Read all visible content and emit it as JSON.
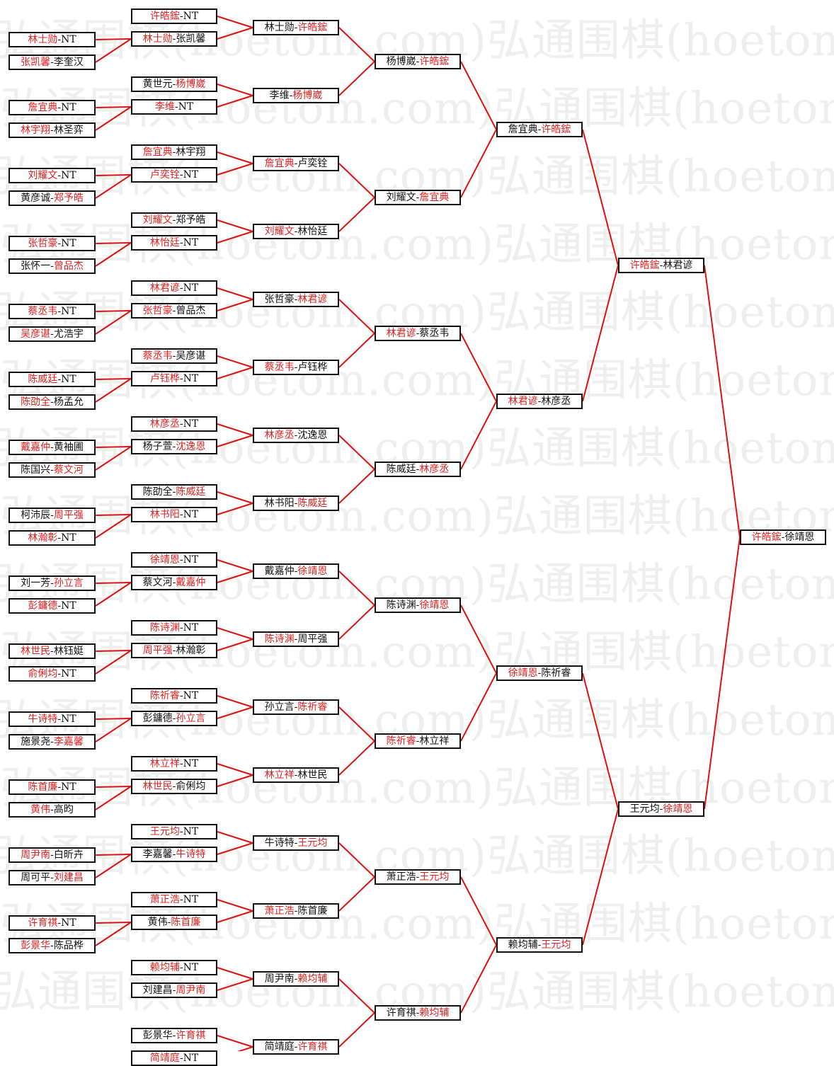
{
  "watermark": {
    "text": "弘通围棋(hoetom.com)"
  },
  "colors": {
    "winner": "#e02020",
    "normal": "#111111",
    "line": "#e01010",
    "border": "#111111"
  },
  "bracket": {
    "round1": [
      {
        "a": "林士勋",
        "b": "NT",
        "w": "a"
      },
      {
        "a": "张凯馨",
        "b": "李奎汉",
        "w": "a"
      },
      {
        "a": "詹宜典",
        "b": "NT",
        "w": "a"
      },
      {
        "a": "林宇翔",
        "b": "林圣弈",
        "w": "a"
      },
      {
        "a": "刘耀文",
        "b": "NT",
        "w": "a"
      },
      {
        "a": "黄彦诚",
        "b": "郑予皓",
        "w": "b"
      },
      {
        "a": "张哲豪",
        "b": "NT",
        "w": "a"
      },
      {
        "a": "张怀一",
        "b": "曾品杰",
        "w": "b"
      },
      {
        "a": "蔡丞韦",
        "b": "NT",
        "w": "a"
      },
      {
        "a": "吴彦谌",
        "b": "尤浩宇",
        "w": "a"
      },
      {
        "a": "陈威廷",
        "b": "NT",
        "w": "a"
      },
      {
        "a": "陈劭全",
        "b": "杨孟允",
        "w": "a"
      },
      {
        "a": "戴嘉仲",
        "b": "黄袖圃",
        "w": "a"
      },
      {
        "a": "陈国兴",
        "b": "蔡文河",
        "w": "b"
      },
      {
        "a": "柯沛辰",
        "b": "周平强",
        "w": "b"
      },
      {
        "a": "林瀚彰",
        "b": "NT",
        "w": "a"
      },
      {
        "a": "刘一芳",
        "b": "孙立言",
        "w": "b"
      },
      {
        "a": "彭鏞德",
        "b": "NT",
        "w": "a"
      },
      {
        "a": "林世民",
        "b": "林钰娗",
        "w": "a"
      },
      {
        "a": "俞俐均",
        "b": "NT",
        "w": "a"
      },
      {
        "a": "牛诗特",
        "b": "NT",
        "w": "a"
      },
      {
        "a": "施景尧",
        "b": "李嘉馨",
        "w": "b"
      },
      {
        "a": "陈首廉",
        "b": "NT",
        "w": "a"
      },
      {
        "a": "黄伟",
        "b": "高昀",
        "w": "a"
      },
      {
        "a": "周尹南",
        "b": "白昕卉",
        "w": "a"
      },
      {
        "a": "周可平",
        "b": "刘建昌",
        "w": "b"
      },
      {
        "a": "许育祺",
        "b": "NT",
        "w": "a"
      },
      {
        "a": "彭景华",
        "b": "陈品桦",
        "w": "a"
      }
    ],
    "round2": [
      {
        "a": "许皓鋐",
        "b": "NT",
        "w": "a"
      },
      {
        "a": "林士勋",
        "b": "张凯馨",
        "w": "a"
      },
      {
        "a": "黄世元",
        "b": "杨博崴",
        "w": "b"
      },
      {
        "a": "李维",
        "b": "NT",
        "w": "a"
      },
      {
        "a": "詹宜典",
        "b": "林宇翔",
        "w": "a"
      },
      {
        "a": "卢奕铨",
        "b": "NT",
        "w": "a"
      },
      {
        "a": "刘耀文",
        "b": "郑予皓",
        "w": "a"
      },
      {
        "a": "林怡廷",
        "b": "NT",
        "w": "a"
      },
      {
        "a": "林君谚",
        "b": "NT",
        "w": "a"
      },
      {
        "a": "张哲豪",
        "b": "曾品杰",
        "w": "a"
      },
      {
        "a": "蔡丞韦",
        "b": "吴彦谌",
        "w": "a"
      },
      {
        "a": "卢钰桦",
        "b": "NT",
        "w": "a"
      },
      {
        "a": "林彦丞",
        "b": "NT",
        "w": "a"
      },
      {
        "a": "杨子萱",
        "b": "沈逸恩",
        "w": "b"
      },
      {
        "a": "陈劭全",
        "b": "陈威廷",
        "w": "b"
      },
      {
        "a": "林书阳",
        "b": "NT",
        "w": "a"
      },
      {
        "a": "徐靖恩",
        "b": "NT",
        "w": "a"
      },
      {
        "a": "蔡文河",
        "b": "戴嘉仲",
        "w": "b"
      },
      {
        "a": "陈诗渊",
        "b": "NT",
        "w": "a"
      },
      {
        "a": "周平强",
        "b": "林瀚彰",
        "w": "a"
      },
      {
        "a": "陈祈睿",
        "b": "NT",
        "w": "a"
      },
      {
        "a": "彭鏞德",
        "b": "孙立言",
        "w": "b"
      },
      {
        "a": "林立祥",
        "b": "NT",
        "w": "a"
      },
      {
        "a": "林世民",
        "b": "俞俐均",
        "w": "a"
      },
      {
        "a": "王元均",
        "b": "NT",
        "w": "a"
      },
      {
        "a": "李嘉馨",
        "b": "牛诗特",
        "w": "b"
      },
      {
        "a": "萧正浩",
        "b": "NT",
        "w": "a"
      },
      {
        "a": "黄伟",
        "b": "陈首廉",
        "w": "b"
      },
      {
        "a": "赖均辅",
        "b": "NT",
        "w": "a"
      },
      {
        "a": "刘建昌",
        "b": "周尹南",
        "w": "b"
      },
      {
        "a": "彭景华",
        "b": "许育祺",
        "w": "b"
      },
      {
        "a": "简靖庭",
        "b": "NT",
        "w": "a"
      }
    ],
    "round3": [
      {
        "a": "林士勋",
        "b": "许皓鋐",
        "w": "b"
      },
      {
        "a": "李维",
        "b": "杨博崴",
        "w": "b"
      },
      {
        "a": "詹宜典",
        "b": "卢奕铨",
        "w": "a"
      },
      {
        "a": "刘耀文",
        "b": "林怡廷",
        "w": "a"
      },
      {
        "a": "张哲豪",
        "b": "林君谚",
        "w": "b"
      },
      {
        "a": "蔡丞韦",
        "b": "卢钰桦",
        "w": "a"
      },
      {
        "a": "林彦丞",
        "b": "沈逸恩",
        "w": "a"
      },
      {
        "a": "林书阳",
        "b": "陈威廷",
        "w": "b"
      },
      {
        "a": "戴嘉仲",
        "b": "徐靖恩",
        "w": "b"
      },
      {
        "a": "陈诗渊",
        "b": "周平强",
        "w": "a"
      },
      {
        "a": "孙立言",
        "b": "陈祈睿",
        "w": "b"
      },
      {
        "a": "林立祥",
        "b": "林世民",
        "w": "a"
      },
      {
        "a": "牛诗特",
        "b": "王元均",
        "w": "b"
      },
      {
        "a": "萧正浩",
        "b": "陈首廉",
        "w": "a"
      },
      {
        "a": "周尹南",
        "b": "赖均辅",
        "w": "b"
      },
      {
        "a": "简靖庭",
        "b": "许育祺",
        "w": "b"
      }
    ],
    "round4": [
      {
        "a": "杨博崴",
        "b": "许皓鋐",
        "w": "b"
      },
      {
        "a": "刘耀文",
        "b": "詹宜典",
        "w": "b"
      },
      {
        "a": "林君谚",
        "b": "蔡丞韦",
        "w": "a"
      },
      {
        "a": "陈威廷",
        "b": "林彦丞",
        "w": "b"
      },
      {
        "a": "陈诗渊",
        "b": "徐靖恩",
        "w": "b"
      },
      {
        "a": "陈祈睿",
        "b": "林立祥",
        "w": "a"
      },
      {
        "a": "萧正浩",
        "b": "王元均",
        "w": "b"
      },
      {
        "a": "许育祺",
        "b": "赖均辅",
        "w": "b"
      }
    ],
    "round5": [
      {
        "a": "詹宜典",
        "b": "许皓鋐",
        "w": "b"
      },
      {
        "a": "林君谚",
        "b": "林彦丞",
        "w": "a"
      },
      {
        "a": "徐靖恩",
        "b": "陈祈睿",
        "w": "a"
      },
      {
        "a": "赖均辅",
        "b": "王元均",
        "w": "b"
      }
    ],
    "round6": [
      {
        "a": "许皓鋐",
        "b": "林君谚",
        "w": "a"
      },
      {
        "a": "王元均",
        "b": "徐靖恩",
        "w": "b"
      }
    ],
    "final": [
      {
        "a": "许皓鋐",
        "b": "徐靖恩",
        "w": "a"
      }
    ]
  }
}
